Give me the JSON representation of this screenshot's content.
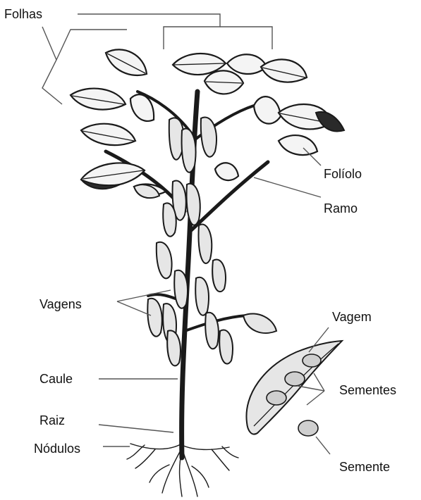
{
  "labels": {
    "folhas": "Folhas",
    "foliolo": "Folíolo",
    "ramo": "Ramo",
    "vagens": "Vagens",
    "caule": "Caule",
    "raiz": "Raiz",
    "nodulos": "Nódulos",
    "vagem": "Vagem",
    "sementes": "Sementes",
    "semente": "Semente"
  }
}
